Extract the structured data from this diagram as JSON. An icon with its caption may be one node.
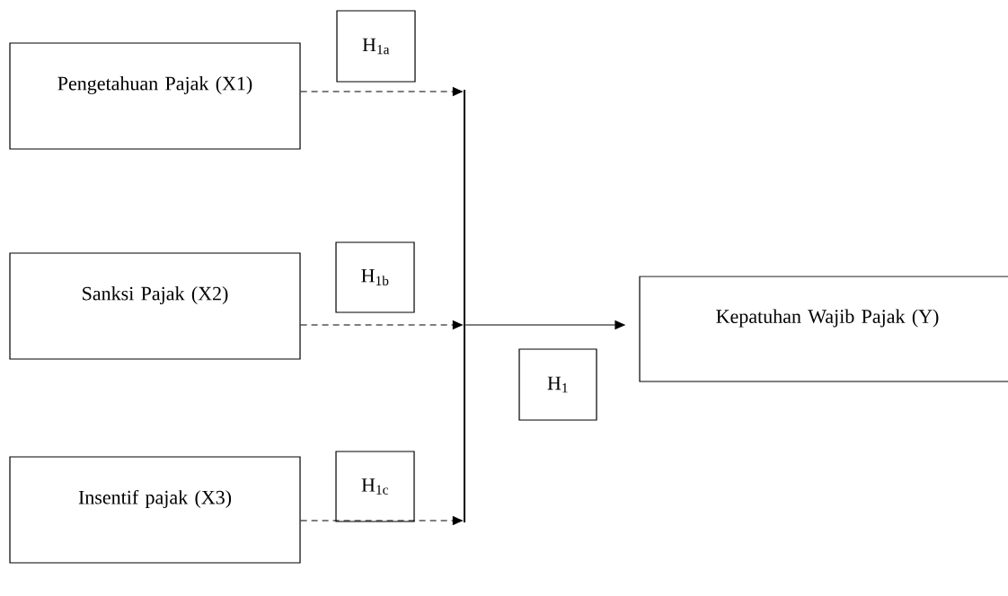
{
  "diagram": {
    "nodes": [
      {
        "text": [
          "Pengetahuan Pajak (X1)"
        ]
      },
      {
        "text": [
          "Sanksi Pajak (X2)"
        ]
      },
      {
        "text": [
          "Insentif pajak (X3)"
        ]
      },
      {
        "text": [
          "Kepatuhan Wajib Pajak (Y)"
        ]
      },
      {
        "text": [
          "H$_{1a}$"
        ]
      },
      {
        "text": [
          "H$_{1b}$"
        ]
      },
      {
        "text": [
          "H$_{1c}$"
        ]
      },
      {
        "text": [
          "H$_{1}$"
        ]
      },
      {
        "text": [],
        "shape": "bar"
      }
    ],
    "edges": [
      {
        "from": 0,
        "to": 8,
        "arrow": "to",
        "style": "dashed"
      },
      {
        "from": 1,
        "to": 8,
        "arrow": "to",
        "style": "dashed"
      },
      {
        "from": 2,
        "to": 8,
        "arrow": "to",
        "style": "dashed"
      },
      {
        "from": 8,
        "to": 3,
        "arrow": "to"
      }
    ]
  }
}
